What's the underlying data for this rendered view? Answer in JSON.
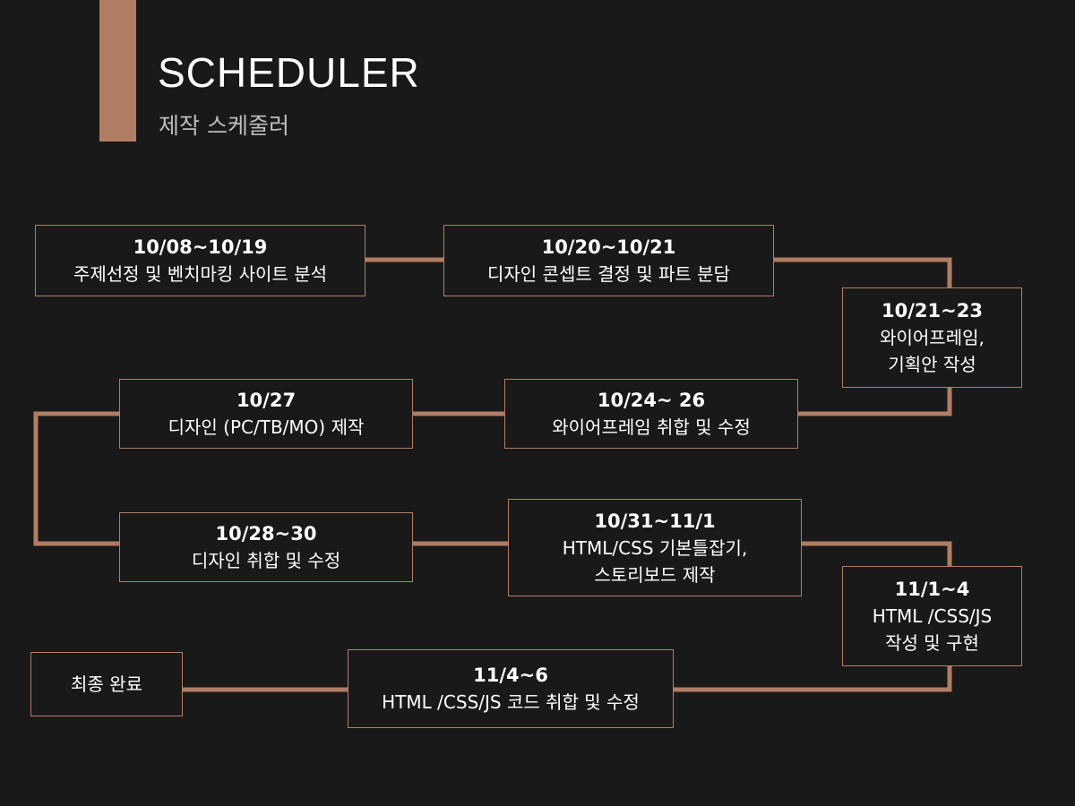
{
  "header": {
    "title": "SCHEDULER",
    "subtitle": "제작 스케줄러"
  },
  "colors": {
    "accent": "#b07d64",
    "background": "#1a1919",
    "text": "#ffffff"
  },
  "steps": [
    {
      "date": "10/08~10/19",
      "desc": "주제선정 및 벤치마킹 사이트 분석"
    },
    {
      "date": "10/20~10/21",
      "desc": "디자인 콘셉트 결정 및 파트 분담"
    },
    {
      "date": "10/21~23",
      "desc": "와이어프레임,\n기획안 작성"
    },
    {
      "date": "10/24~ 26",
      "desc": "와이어프레임 취합 및 수정"
    },
    {
      "date": "10/27",
      "desc": "디자인 (PC/TB/MO) 제작"
    },
    {
      "date": "10/28~30",
      "desc": "디자인 취합 및 수정"
    },
    {
      "date": "10/31~11/1",
      "desc": "HTML/CSS 기본틀잡기,\n스토리보드 제작"
    },
    {
      "date": "11/1~4",
      "desc": "HTML /CSS/JS\n작성 및 구현"
    },
    {
      "date": "11/4~6",
      "desc": "HTML /CSS/JS 코드 취합 및 수정"
    },
    {
      "date": "",
      "desc": "최종 완료"
    }
  ]
}
